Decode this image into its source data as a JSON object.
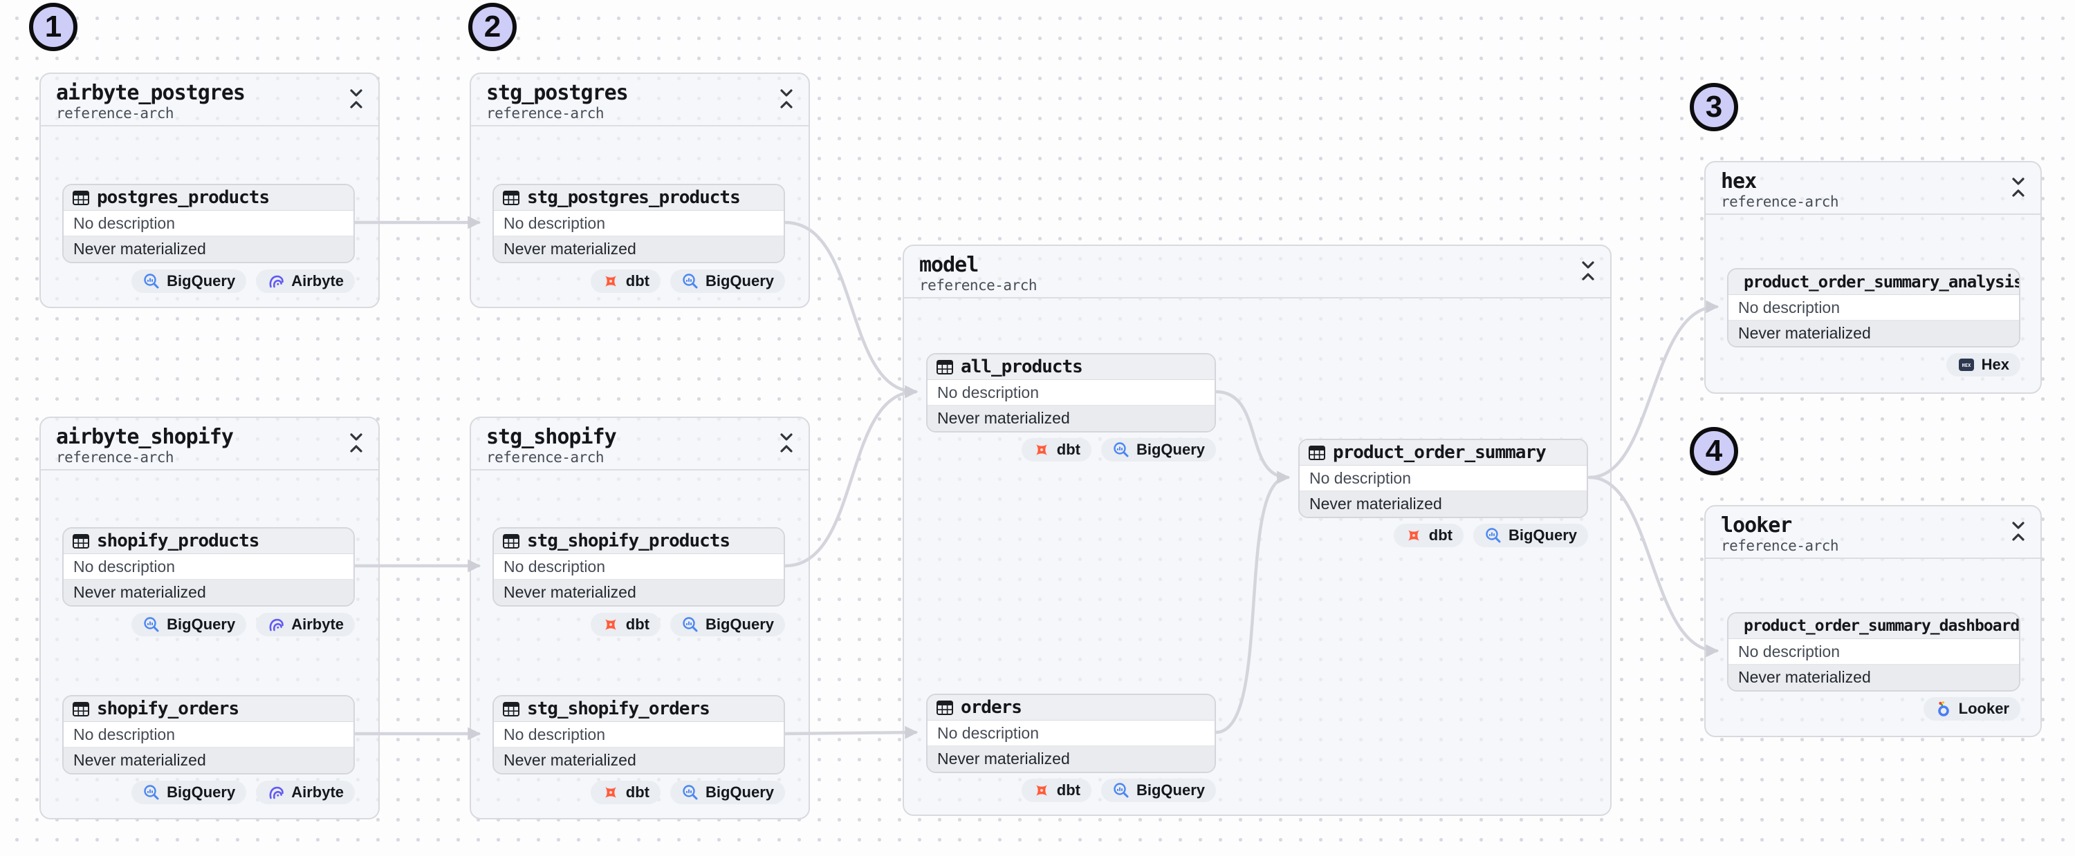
{
  "annotations": [
    {
      "label": "1"
    },
    {
      "label": "2"
    },
    {
      "label": "3"
    },
    {
      "label": "4"
    }
  ],
  "groups": [
    {
      "title": "airbyte_postgres",
      "subtitle": "reference-arch",
      "cards": [
        {
          "name": "postgres_products",
          "description": "No description",
          "status": "Never materialized",
          "badges": [
            {
              "label": "BigQuery",
              "icon": "bigquery-icon"
            },
            {
              "label": "Airbyte",
              "icon": "airbyte-icon"
            }
          ]
        }
      ]
    },
    {
      "title": "stg_postgres",
      "subtitle": "reference-arch",
      "cards": [
        {
          "name": "stg_postgres_products",
          "description": "No description",
          "status": "Never materialized",
          "badges": [
            {
              "label": "dbt",
              "icon": "dbt-icon"
            },
            {
              "label": "BigQuery",
              "icon": "bigquery-icon"
            }
          ]
        }
      ]
    },
    {
      "title": "airbyte_shopify",
      "subtitle": "reference-arch",
      "cards": [
        {
          "name": "shopify_products",
          "description": "No description",
          "status": "Never materialized",
          "badges": [
            {
              "label": "BigQuery",
              "icon": "bigquery-icon"
            },
            {
              "label": "Airbyte",
              "icon": "airbyte-icon"
            }
          ]
        },
        {
          "name": "shopify_orders",
          "description": "No description",
          "status": "Never materialized",
          "badges": [
            {
              "label": "BigQuery",
              "icon": "bigquery-icon"
            },
            {
              "label": "Airbyte",
              "icon": "airbyte-icon"
            }
          ]
        }
      ]
    },
    {
      "title": "stg_shopify",
      "subtitle": "reference-arch",
      "cards": [
        {
          "name": "stg_shopify_products",
          "description": "No description",
          "status": "Never materialized",
          "badges": [
            {
              "label": "dbt",
              "icon": "dbt-icon"
            },
            {
              "label": "BigQuery",
              "icon": "bigquery-icon"
            }
          ]
        },
        {
          "name": "stg_shopify_orders",
          "description": "No description",
          "status": "Never materialized",
          "badges": [
            {
              "label": "dbt",
              "icon": "dbt-icon"
            },
            {
              "label": "BigQuery",
              "icon": "bigquery-icon"
            }
          ]
        }
      ]
    },
    {
      "title": "model",
      "subtitle": "reference-arch",
      "cards": [
        {
          "name": "all_products",
          "description": "No description",
          "status": "Never materialized",
          "badges": [
            {
              "label": "dbt",
              "icon": "dbt-icon"
            },
            {
              "label": "BigQuery",
              "icon": "bigquery-icon"
            }
          ]
        },
        {
          "name": "orders",
          "description": "No description",
          "status": "Never materialized",
          "badges": [
            {
              "label": "dbt",
              "icon": "dbt-icon"
            },
            {
              "label": "BigQuery",
              "icon": "bigquery-icon"
            }
          ]
        },
        {
          "name": "product_order_summary",
          "description": "No description",
          "status": "Never materialized",
          "badges": [
            {
              "label": "dbt",
              "icon": "dbt-icon"
            },
            {
              "label": "BigQuery",
              "icon": "bigquery-icon"
            }
          ]
        }
      ]
    },
    {
      "title": "hex",
      "subtitle": "reference-arch",
      "cards": [
        {
          "name": "product_order_summary_analysis",
          "description": "No description",
          "status": "Never materialized",
          "badges": [
            {
              "label": "Hex",
              "icon": "hex-icon"
            }
          ]
        }
      ]
    },
    {
      "title": "looker",
      "subtitle": "reference-arch",
      "cards": [
        {
          "name": "product_order_summary_dashboard",
          "description": "No description",
          "status": "Never materialized",
          "badges": [
            {
              "label": "Looker",
              "icon": "looker-icon"
            }
          ]
        }
      ]
    }
  ],
  "edges": [
    {
      "from": "postgres_products",
      "to": "stg_postgres_products"
    },
    {
      "from": "shopify_products",
      "to": "stg_shopify_products"
    },
    {
      "from": "shopify_orders",
      "to": "stg_shopify_orders"
    },
    {
      "from": "stg_postgres_products",
      "to": "all_products"
    },
    {
      "from": "stg_shopify_products",
      "to": "all_products"
    },
    {
      "from": "stg_shopify_orders",
      "to": "orders"
    },
    {
      "from": "all_products",
      "to": "product_order_summary"
    },
    {
      "from": "orders",
      "to": "product_order_summary"
    },
    {
      "from": "product_order_summary",
      "to": "product_order_summary_analysis"
    },
    {
      "from": "product_order_summary",
      "to": "product_order_summary_dashboard"
    }
  ],
  "icons": {
    "hex_logo_text": "HEX"
  },
  "colors": {
    "edge": "#d4d5dc",
    "annotation_fill": "#cdcdf8",
    "bigquery_blue": "#4b86f2",
    "airbyte_purple": "#6159f5",
    "dbt_orange": "#ff5b3c",
    "hex_navy": "#2c3850",
    "looker_blue": "#4a7df2"
  }
}
